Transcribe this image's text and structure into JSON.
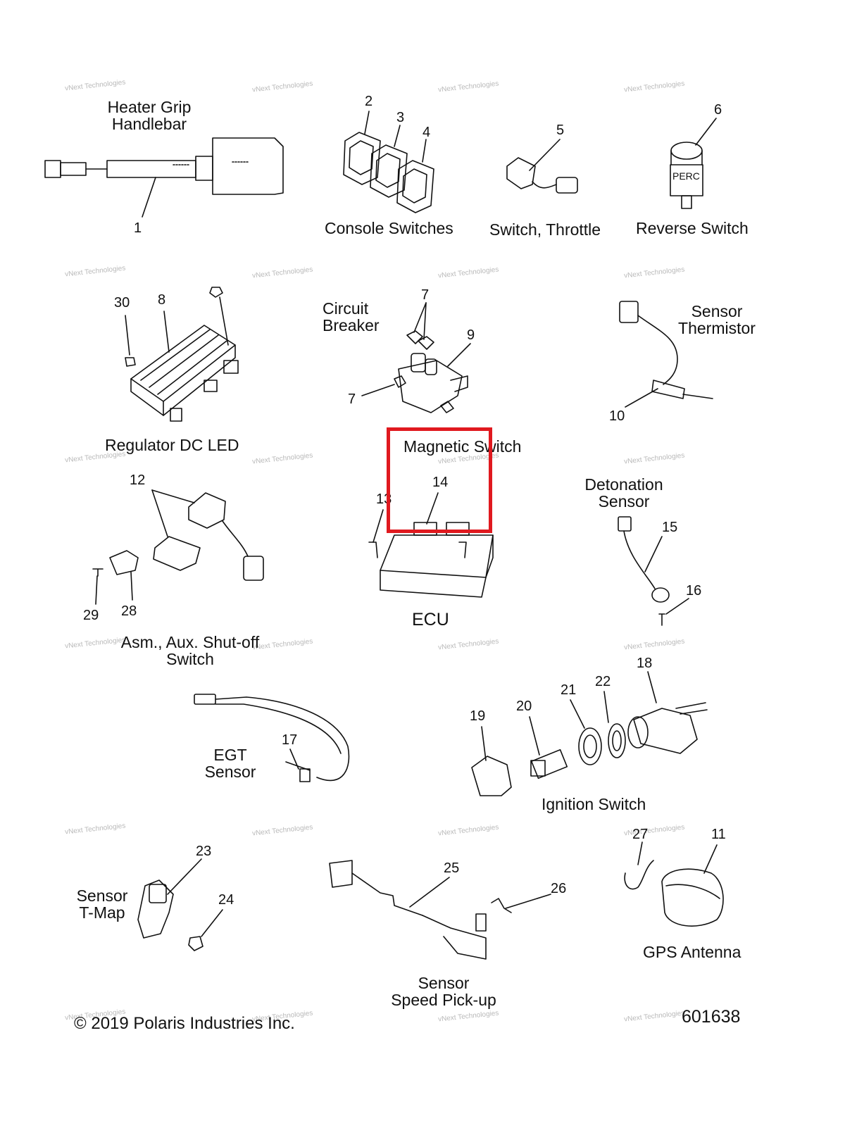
{
  "accent": "#e0191f",
  "watermark_text": "vNext Technologies",
  "labels": {
    "heater_grip_l1": "Heater Grip",
    "heater_grip_l2": "Handlebar",
    "console_switches": "Console Switches",
    "switch_throttle": "Switch, Throttle",
    "reverse_switch": "Reverse Switch",
    "circuit_breaker_l1": "Circuit",
    "circuit_breaker_l2": "Breaker",
    "sensor_thermistor_l1": "Sensor",
    "sensor_thermistor_l2": "Thermistor",
    "regulator": "Regulator DC LED",
    "magnetic_switch": "Magnetic Switch",
    "detonation_l1": "Detonation",
    "detonation_l2": "Sensor",
    "ecu": "ECU",
    "aux_shutoff_l1": "Asm., Aux. Shut-off",
    "aux_shutoff_l2": "Switch",
    "egt_l1": "EGT",
    "egt_l2": "Sensor",
    "ignition_switch": "Ignition Switch",
    "tmap_l1": "Sensor",
    "tmap_l2": "T-Map",
    "gps_antenna": "GPS Antenna",
    "speed_l1": "Sensor",
    "speed_l2": "Speed Pick-up",
    "perc": "PERC"
  },
  "callouts": {
    "n1": "1",
    "n2": "2",
    "n3": "3",
    "n4": "4",
    "n5": "5",
    "n6": "6",
    "n7a": "7",
    "n7b": "7",
    "n8": "8",
    "n9": "9",
    "n10": "10",
    "n11": "11",
    "n12": "12",
    "n13": "13",
    "n14": "14",
    "n15": "15",
    "n16": "16",
    "n17": "17",
    "n18": "18",
    "n19": "19",
    "n20": "20",
    "n21": "21",
    "n22": "22",
    "n23": "23",
    "n24": "24",
    "n25": "25",
    "n26": "26",
    "n27": "27",
    "n28": "28",
    "n29": "29",
    "n30": "30"
  },
  "footer": {
    "copyright": "© 2019 Polaris Industries Inc.",
    "reference": "601638"
  }
}
